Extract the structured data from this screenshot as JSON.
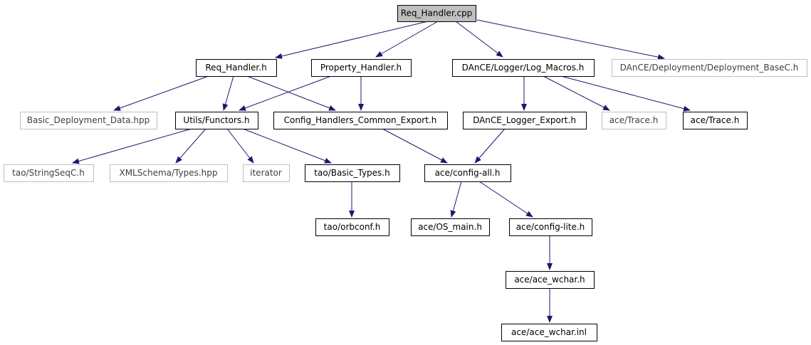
{
  "colors": {
    "edge": "#191970",
    "root_fill": "#bfbfbf",
    "node_fill": "#ffffff",
    "border_dark": "#000000",
    "border_light": "#bfbfbf",
    "text_dark": "#000000",
    "text_light": "#3f3f3f"
  },
  "nodes": [
    {
      "id": "req_handler_cpp",
      "label": "Req_Handler.cpp",
      "style": "root"
    },
    {
      "id": "req_handler_h",
      "label": "Req_Handler.h",
      "style": "normal"
    },
    {
      "id": "property_handler_h",
      "label": "Property_Handler.h",
      "style": "normal"
    },
    {
      "id": "log_macros_h",
      "label": "DAnCE/Logger/Log_Macros.h",
      "style": "normal"
    },
    {
      "id": "deployment_basec_h",
      "label": "DAnCE/Deployment/Deployment_BaseC.h",
      "style": "external"
    },
    {
      "id": "basic_deployment_data_hpp",
      "label": "Basic_Deployment_Data.hpp",
      "style": "external"
    },
    {
      "id": "utils_functors_h",
      "label": "Utils/Functors.h",
      "style": "normal"
    },
    {
      "id": "config_handlers_common_export_h",
      "label": "Config_Handlers_Common_Export.h",
      "style": "normal"
    },
    {
      "id": "dance_logger_export_h",
      "label": "DAnCE_Logger_Export.h",
      "style": "normal"
    },
    {
      "id": "ace_trace_h_ext",
      "label": "ace/Trace.h",
      "style": "external"
    },
    {
      "id": "ace_trace_h",
      "label": "ace/Trace.h",
      "style": "normal"
    },
    {
      "id": "tao_stringseqc_h",
      "label": "tao/StringSeqC.h",
      "style": "external"
    },
    {
      "id": "xmlschema_types_hpp",
      "label": "XMLSchema/Types.hpp",
      "style": "external"
    },
    {
      "id": "iterator",
      "label": "iterator",
      "style": "external"
    },
    {
      "id": "tao_basic_types_h",
      "label": "tao/Basic_Types.h",
      "style": "normal"
    },
    {
      "id": "ace_config_all_h",
      "label": "ace/config-all.h",
      "style": "normal"
    },
    {
      "id": "tao_orbconf_h",
      "label": "tao/orbconf.h",
      "style": "normal"
    },
    {
      "id": "ace_os_main_h",
      "label": "ace/OS_main.h",
      "style": "normal"
    },
    {
      "id": "ace_config_lite_h",
      "label": "ace/config-lite.h",
      "style": "normal"
    },
    {
      "id": "ace_ace_wchar_h",
      "label": "ace/ace_wchar.h",
      "style": "normal"
    },
    {
      "id": "ace_ace_wchar_inl",
      "label": "ace/ace_wchar.inl",
      "style": "normal"
    }
  ],
  "edges": [
    {
      "from": "req_handler_cpp",
      "to": "req_handler_h"
    },
    {
      "from": "req_handler_cpp",
      "to": "property_handler_h"
    },
    {
      "from": "req_handler_cpp",
      "to": "log_macros_h"
    },
    {
      "from": "req_handler_cpp",
      "to": "deployment_basec_h"
    },
    {
      "from": "req_handler_h",
      "to": "basic_deployment_data_hpp"
    },
    {
      "from": "req_handler_h",
      "to": "utils_functors_h"
    },
    {
      "from": "req_handler_h",
      "to": "config_handlers_common_export_h"
    },
    {
      "from": "property_handler_h",
      "to": "utils_functors_h"
    },
    {
      "from": "property_handler_h",
      "to": "config_handlers_common_export_h"
    },
    {
      "from": "log_macros_h",
      "to": "dance_logger_export_h"
    },
    {
      "from": "log_macros_h",
      "to": "ace_trace_h_ext"
    },
    {
      "from": "log_macros_h",
      "to": "ace_trace_h"
    },
    {
      "from": "utils_functors_h",
      "to": "tao_stringseqc_h"
    },
    {
      "from": "utils_functors_h",
      "to": "xmlschema_types_hpp"
    },
    {
      "from": "utils_functors_h",
      "to": "iterator"
    },
    {
      "from": "utils_functors_h",
      "to": "tao_basic_types_h"
    },
    {
      "from": "config_handlers_common_export_h",
      "to": "ace_config_all_h"
    },
    {
      "from": "dance_logger_export_h",
      "to": "ace_config_all_h"
    },
    {
      "from": "tao_basic_types_h",
      "to": "tao_orbconf_h"
    },
    {
      "from": "ace_config_all_h",
      "to": "ace_os_main_h"
    },
    {
      "from": "ace_config_all_h",
      "to": "ace_config_lite_h"
    },
    {
      "from": "ace_config_lite_h",
      "to": "ace_ace_wchar_h"
    },
    {
      "from": "ace_ace_wchar_h",
      "to": "ace_ace_wchar_inl"
    }
  ]
}
